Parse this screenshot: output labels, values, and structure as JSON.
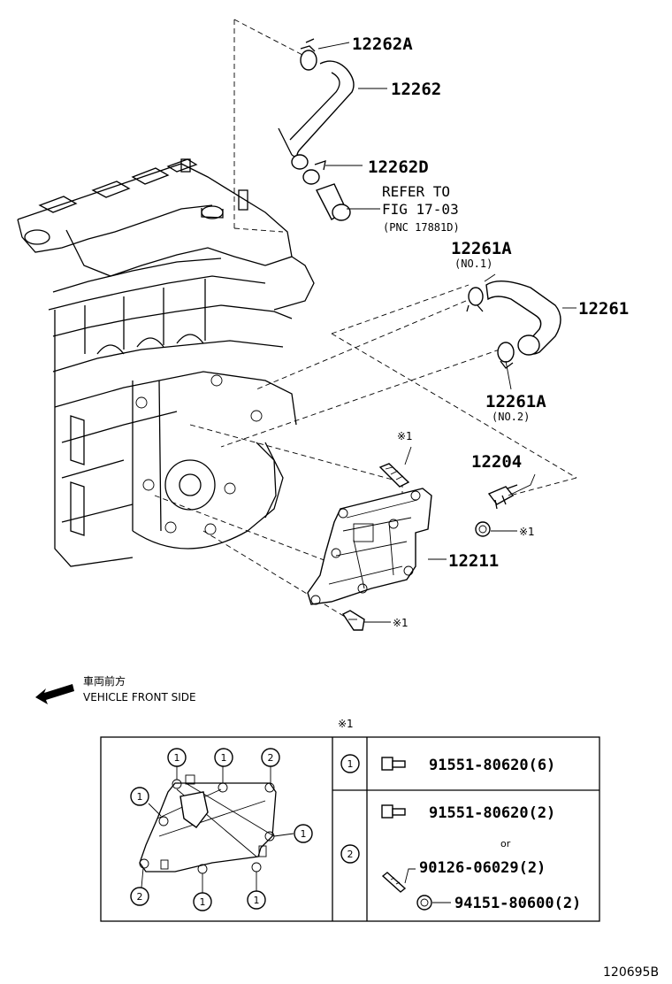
{
  "callouts": {
    "clip_top": "12262A",
    "hose_top": "12262",
    "clip_mid": "12262D",
    "refer_line1": "REFER TO",
    "refer_line2": "FIG 17-03",
    "refer_line3": "(PNC 17881D)",
    "clip_no1": "12261A",
    "clip_no1_sub": "(NO.1)",
    "hose_mid": "12261",
    "clip_no2": "12261A",
    "clip_no2_sub": "(NO.2)",
    "sensor": "12204",
    "plate": "12211",
    "mark_stud": "※1",
    "mark_nut": "※1",
    "mark_bolt": "※1"
  },
  "orientation": {
    "jp_label": "車両前方",
    "en_label": "VEHICLE FRONT SIDE"
  },
  "table": {
    "mark": "※1",
    "row1_key": "1",
    "row1_part": "91551-80620(6)",
    "row2_key": "2",
    "row2_part_a": "91551-80620(2)",
    "row2_or": "or",
    "row2_part_b": "90126-06029(2)",
    "row2_part_c": "94151-80600(2)",
    "layout_marks": [
      "1",
      "1",
      "2",
      "1",
      "1",
      "2",
      "1",
      "1"
    ]
  },
  "figure_id": "120695B"
}
